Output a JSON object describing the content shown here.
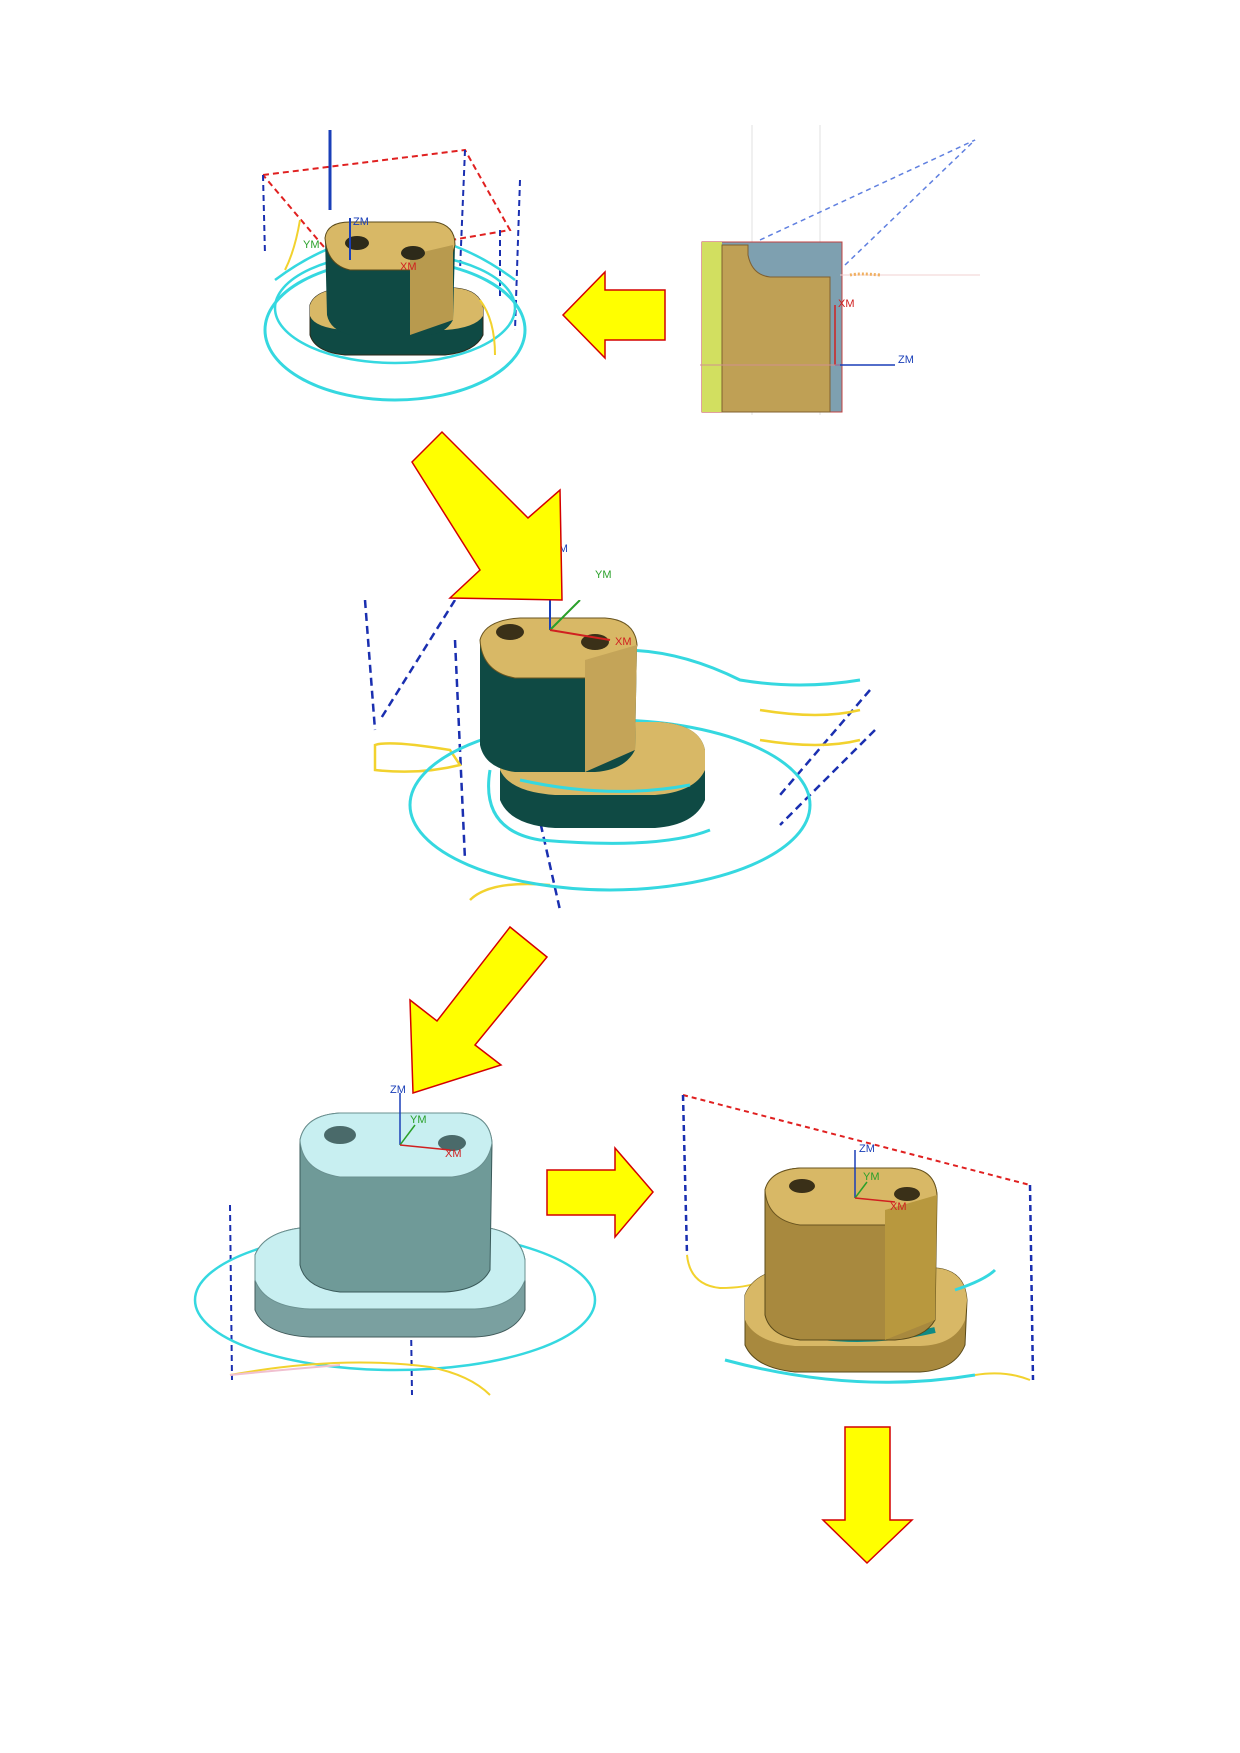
{
  "colors": {
    "arrow_fill": "#ffff00",
    "arrow_stroke": "#d40000",
    "part_gold": "#d8b866",
    "part_gold_dark": "#a8893e",
    "part_teal_dark": "#0f4a44",
    "part_cyan_light": "#bfeef0",
    "toolpath_cyan": "#35d8e0",
    "toolpath_yellow": "#f2d22e",
    "rapid_red": "#e02020",
    "rapid_blue": "#1a2fb0",
    "axis_z": "#1a3fb8",
    "axis_y": "#2aa02a",
    "axis_x": "#d02020"
  },
  "panels": {
    "section_view": {
      "axis_labels": {
        "z": "ZM",
        "x": "XM"
      }
    },
    "step1": {
      "axis_labels": {
        "z": "ZM",
        "y": "YM",
        "x": "XM"
      }
    },
    "step2": {
      "axis_labels": {
        "z": "ZM",
        "y": "YM",
        "x": "XM"
      }
    },
    "step3": {
      "axis_labels": {
        "z": "ZM",
        "y": "YM",
        "x": "XM"
      }
    },
    "step4": {
      "axis_labels": {
        "z": "ZM",
        "y": "YM",
        "x": "XM"
      }
    }
  },
  "arrows": [
    {
      "id": "section-to-step1",
      "direction": "left"
    },
    {
      "id": "step1-to-step2",
      "direction": "down-right"
    },
    {
      "id": "step2-to-step3",
      "direction": "down-left"
    },
    {
      "id": "step3-to-step4",
      "direction": "right"
    },
    {
      "id": "step4-down",
      "direction": "down"
    }
  ]
}
